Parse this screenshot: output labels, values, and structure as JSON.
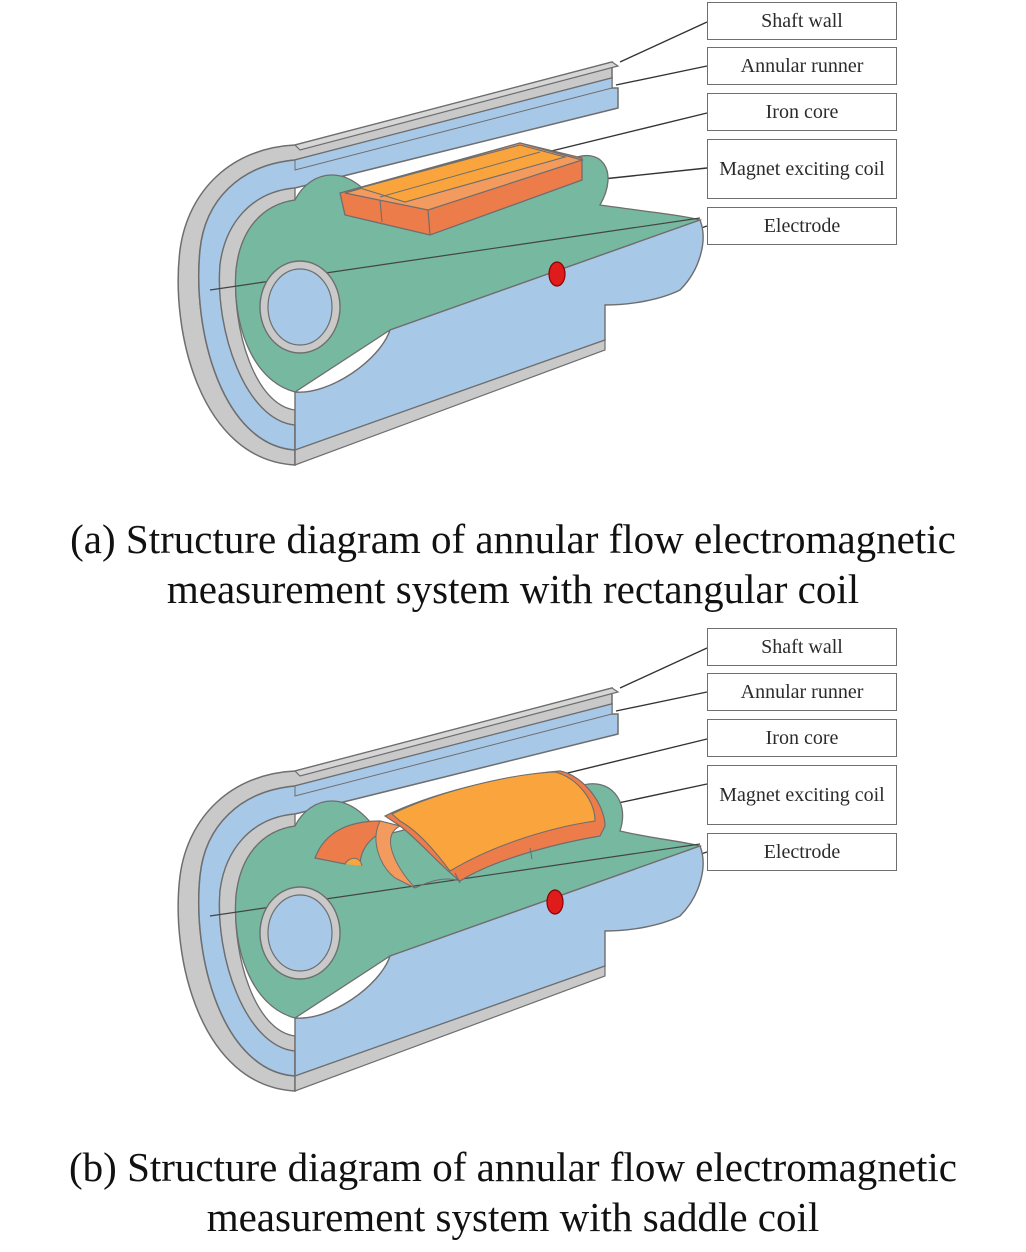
{
  "labels": [
    "Shaft wall",
    "Annular runner",
    "Iron core",
    "Magnet exciting coil",
    "Electrode"
  ],
  "panels": [
    {
      "caption_line1": "(a) Structure diagram of annular flow electromagnetic",
      "caption_line2": "measurement system with rectangular coil",
      "coil_type": "rectangular"
    },
    {
      "caption_line1": "(b) Structure diagram of annular flow electromagnetic",
      "caption_line2": "measurement system with saddle coil",
      "coil_type": "saddle"
    }
  ],
  "colors": {
    "shaft_wall": "#c9c9c9",
    "annular_runner": "#a8c8e8",
    "fluid_green": "#76b8a0",
    "iron_core": "#f9a43c",
    "coil": "#ec7c4a",
    "electrode": "#e01b1b",
    "outline": "#6e6e6e"
  }
}
